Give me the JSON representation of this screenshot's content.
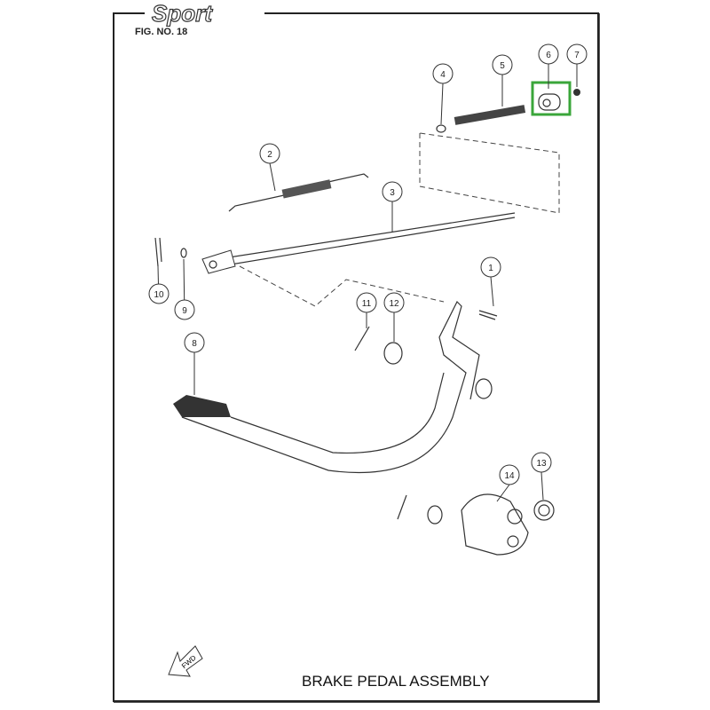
{
  "brand_logo": "Sport",
  "figure_number": "FIG. NO. 18",
  "title": "BRAKE PEDAL ASSEMBLY",
  "direction_label": "FWD",
  "highlight_color": "#3aa63a",
  "highlighted_part": "6",
  "callouts": [
    "1",
    "2",
    "3",
    "4",
    "5",
    "6",
    "7",
    "8",
    "9",
    "10",
    "11",
    "12",
    "13",
    "14"
  ]
}
